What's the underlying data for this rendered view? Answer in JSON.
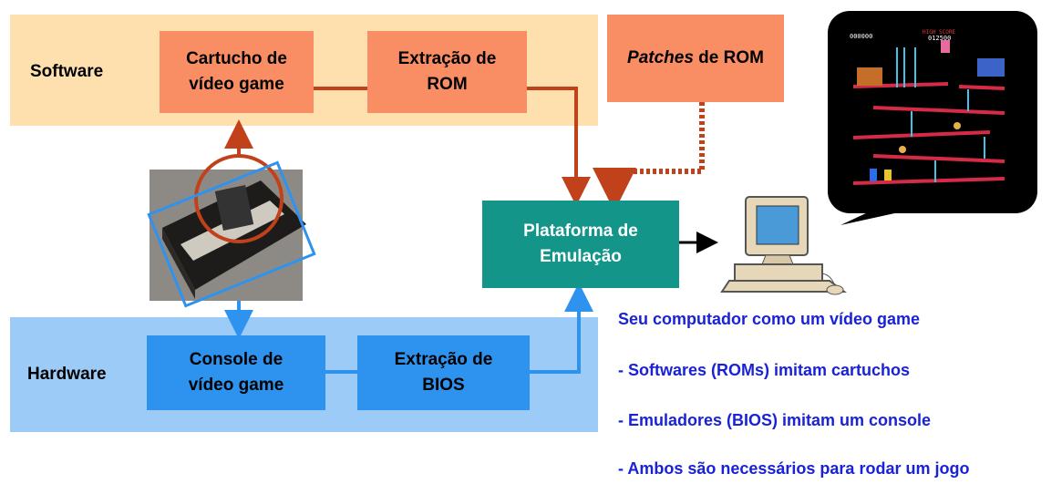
{
  "software_label": "Software",
  "hardware_label": "Hardware",
  "boxes": {
    "cartucho": "Cartucho de\nvídeo game",
    "extracao_rom": "Extração de\nROM",
    "patches_italic": "Patches",
    "patches_rest": " de ROM",
    "console": "Console de\nvídeo game",
    "extracao_bios": "Extração de\nBIOS",
    "plataforma": "Plataforma de\nEmulação"
  },
  "info": {
    "title": "Seu computador como um vídeo game",
    "line1": "- Softwares (ROMs) imitam cartuchos",
    "line2": "- Emuladores (BIOS) imitam um console",
    "line3": "- Ambos são necessários para rodar um jogo"
  },
  "colors": {
    "software_band": "#fde0ae",
    "hardware_band": "#9ccbf8",
    "orange_box": "#f98d63",
    "blue_box": "#2e93ef",
    "teal_box": "#13958a",
    "arrow_red": "#c0411a",
    "arrow_blue": "#2e93ef",
    "info_text": "#1a22d6"
  },
  "icons": [
    "console-photo",
    "computer-icon",
    "game-screenshot-bubble"
  ]
}
